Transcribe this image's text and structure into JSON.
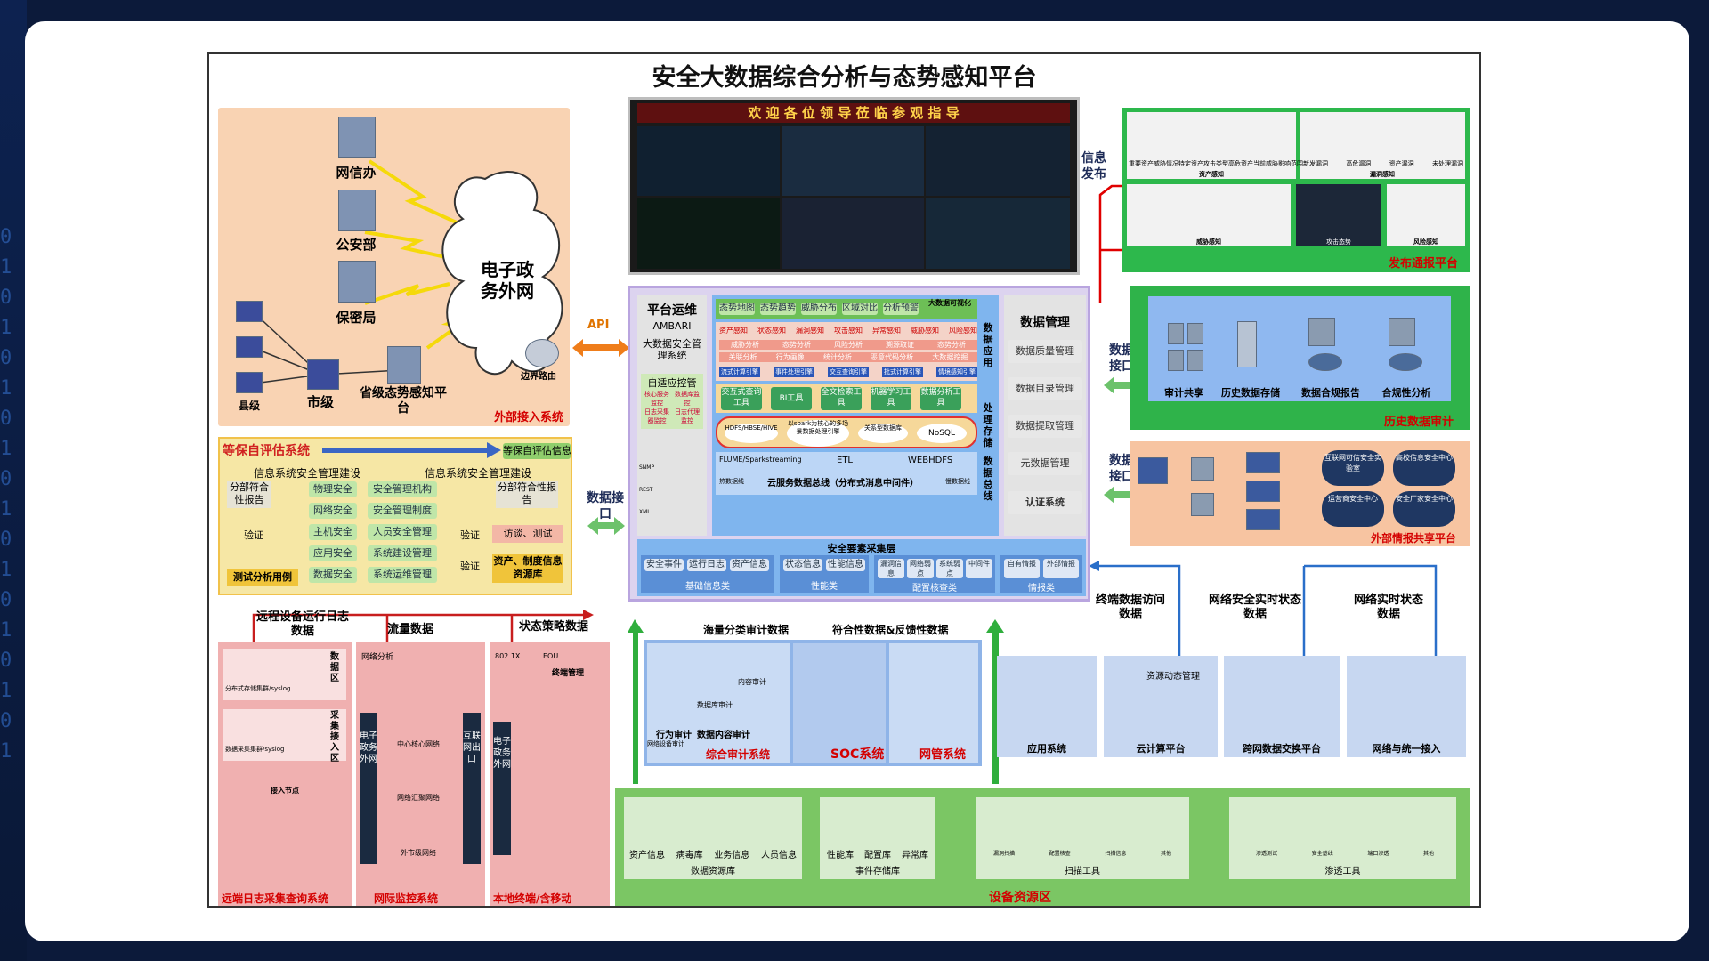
{
  "title": "安全大数据综合分析与态势感知平台",
  "external": {
    "nodes": [
      "网信办",
      "公安部",
      "保密局",
      "县级",
      "市级",
      "省级态势感知平台"
    ],
    "cloud": "电子政务外网",
    "router": "边界路由",
    "system": "外部接入系统",
    "api": "API"
  },
  "eval": {
    "system": "等保自评估系统",
    "info": "等保自评估信息",
    "build_a": "信息系统安全管理建设",
    "build_b": "信息系统安全管理建设",
    "report_a": "分部符合性报告",
    "report_b": "分部符合性报告",
    "verify": "验证",
    "tech": [
      "物理安全",
      "网络安全",
      "主机安全",
      "应用安全",
      "数据安全"
    ],
    "mgmt": [
      "安全管理机构",
      "安全管理制度",
      "人员安全管理",
      "系统建设管理",
      "系统运维管理"
    ],
    "test": "测试分析用例",
    "interview": "访谈、测试",
    "assets": "资产、制度信息资源库",
    "data_if": "数据接口"
  },
  "screen": {
    "banner": "欢 迎 各 位 领 导 莅 临 参 观 指 导",
    "info_pub": "信息发布"
  },
  "core": {
    "ops": "平台运维",
    "ambari": "AMBARI",
    "bigdata_sys": "大数据安全管理系统",
    "auto_ctrl": "自适应控管",
    "auto_items": [
      "核心服务监控",
      "数据库监控",
      "日志采集器监控",
      "日志代理监控"
    ],
    "top_row": [
      "态势地图",
      "态势趋势",
      "威胁分布",
      "区域对比",
      "分析预警",
      "大数据可视化"
    ],
    "row2": [
      "资产感知",
      "状态感知",
      "漏洞感知",
      "攻击感知",
      "异常感知",
      "威胁感知",
      "风险感知"
    ],
    "row3": [
      "威胁分析",
      "",
      "态势分析",
      "",
      "风险分析",
      "",
      "溯源取证",
      "",
      "态势分析"
    ],
    "row4": [
      "关联分析",
      "",
      "行为画像",
      "",
      "统计分析",
      "",
      "恶意代码分析",
      "",
      "大数据挖掘"
    ],
    "row5": [
      "流式计算引擎",
      "事件处理引擎",
      "交互查询引擎",
      "批式计算引擎",
      "情境感知引擎"
    ],
    "data_app": "数据应用",
    "tools": [
      "交互式查询工具",
      "BI工具",
      "全文检索工具",
      "机器学习工具",
      "数据分析工具"
    ],
    "proc": "处理存储",
    "stores": [
      "HDFS/HBSE/HIVE",
      "以spark为核心的多场景数据处理引擎",
      "关系型数据库",
      "NoSQL"
    ],
    "bus_items": [
      "FLUME/Sparkstreaming",
      "ETL",
      "WEBHDFS"
    ],
    "bus": "云服务数据总线（分布式消息中间件）",
    "bus_l": "数据总线",
    "bus_side_l": "热数据线",
    "bus_side_r": "慢数据线",
    "dm": "数据管理",
    "dm_items": [
      "数据质量管理",
      "数据目录管理",
      "数据提取管理",
      "元数据管理",
      "认证系统"
    ],
    "proto": [
      "SNMP",
      "REST",
      "XML"
    ],
    "collect": "安全要素采集层",
    "groups": [
      {
        "name": "基础信息类",
        "items": [
          "安全事件",
          "运行日志",
          "资产信息"
        ]
      },
      {
        "name": "性能类",
        "items": [
          "状态信息",
          "性能信息"
        ]
      },
      {
        "name": "配置核查类",
        "items": [
          "漏洞信息",
          "网络弱点",
          "系统弱点",
          "中间件"
        ]
      },
      {
        "name": "情报类",
        "items": [
          "自有情报",
          "外部情报"
        ]
      }
    ]
  },
  "publish": {
    "system": "发布通报平台",
    "thumbs": [
      "重要资产威胁情况",
      "特定资产攻击类型",
      "高危资产",
      "当前威胁影响范围",
      "资产感知",
      "新发漏洞",
      "高危漏洞",
      "资产漏洞",
      "未处理漏洞",
      "漏洞感知",
      "威胁感知",
      "攻击态势",
      "风险感知"
    ]
  },
  "history": {
    "system": "历史数据审计",
    "data_if": "数据接口",
    "items": [
      "审计共享",
      "历史数据存储",
      "数据合规报告",
      "合规性分析"
    ]
  },
  "intel": {
    "system": "外部情报共享平台",
    "data_if": "数据接口",
    "clouds": [
      "互联网可信安全实验室",
      "高校信息安全中心",
      "运营商安全中心",
      "安全厂家安全中心"
    ]
  },
  "bottom": {
    "remote_log": "远程设备运行日志数据",
    "flow": "流量数据",
    "policy": "状态策略数据",
    "massive": "海量分类审计数据",
    "compliance": "符合性数据&反馈性数据",
    "terminal": "终端数据访问数据",
    "net_rt": "网络安全实时状态数据",
    "net_state": "网络实时状态数据",
    "log_sys": "远端日志采集查询系统",
    "log_items": [
      "分布式存储集群/syslog",
      "数据区",
      "数据采集集群/syslog",
      "采集接入区",
      "接入节点"
    ],
    "monitor_sys": "网际监控系统",
    "monitor_items": [
      "网络分析",
      "中心核心网络",
      "网络汇聚网络",
      "外市级网络",
      "电子政务外网",
      "互联网出口"
    ],
    "mobile_sys": "本地终端/含移动",
    "mobile_items": [
      "802.1X",
      "EOU",
      "终端管理",
      "电子政务外网"
    ],
    "audit_sys": "综合审计系统",
    "audit_items": [
      "行为审计",
      "内容审计",
      "数据库审计",
      "网络设备审计",
      "数据内容审计"
    ],
    "soc_sys": "SOC系统",
    "mgmt_sys": "网管系统",
    "app_sys": "应用系统",
    "cloud_plat": "云计算平台",
    "res_mgmt": "资源动态管理",
    "cross_plat": "跨网数据交换平台",
    "unified": "网络与统一接入",
    "resource": {
      "zone": "设备资源区",
      "dbs": [
        "资产信息",
        "病毒库",
        "业务信息",
        "人员信息"
      ],
      "db_group": "数据资源库",
      "event_dbs": [
        "性能库",
        "配置库",
        "异常库"
      ],
      "event_group": "事件存储库",
      "scan": [
        "漏洞扫描",
        "配置核查",
        "扫描信息",
        "其他"
      ],
      "scan_group": "扫描工具",
      "pen": [
        "渗透测试",
        "安全基线",
        "端口渗透",
        "其他"
      ],
      "pen_group": "渗透工具"
    }
  }
}
